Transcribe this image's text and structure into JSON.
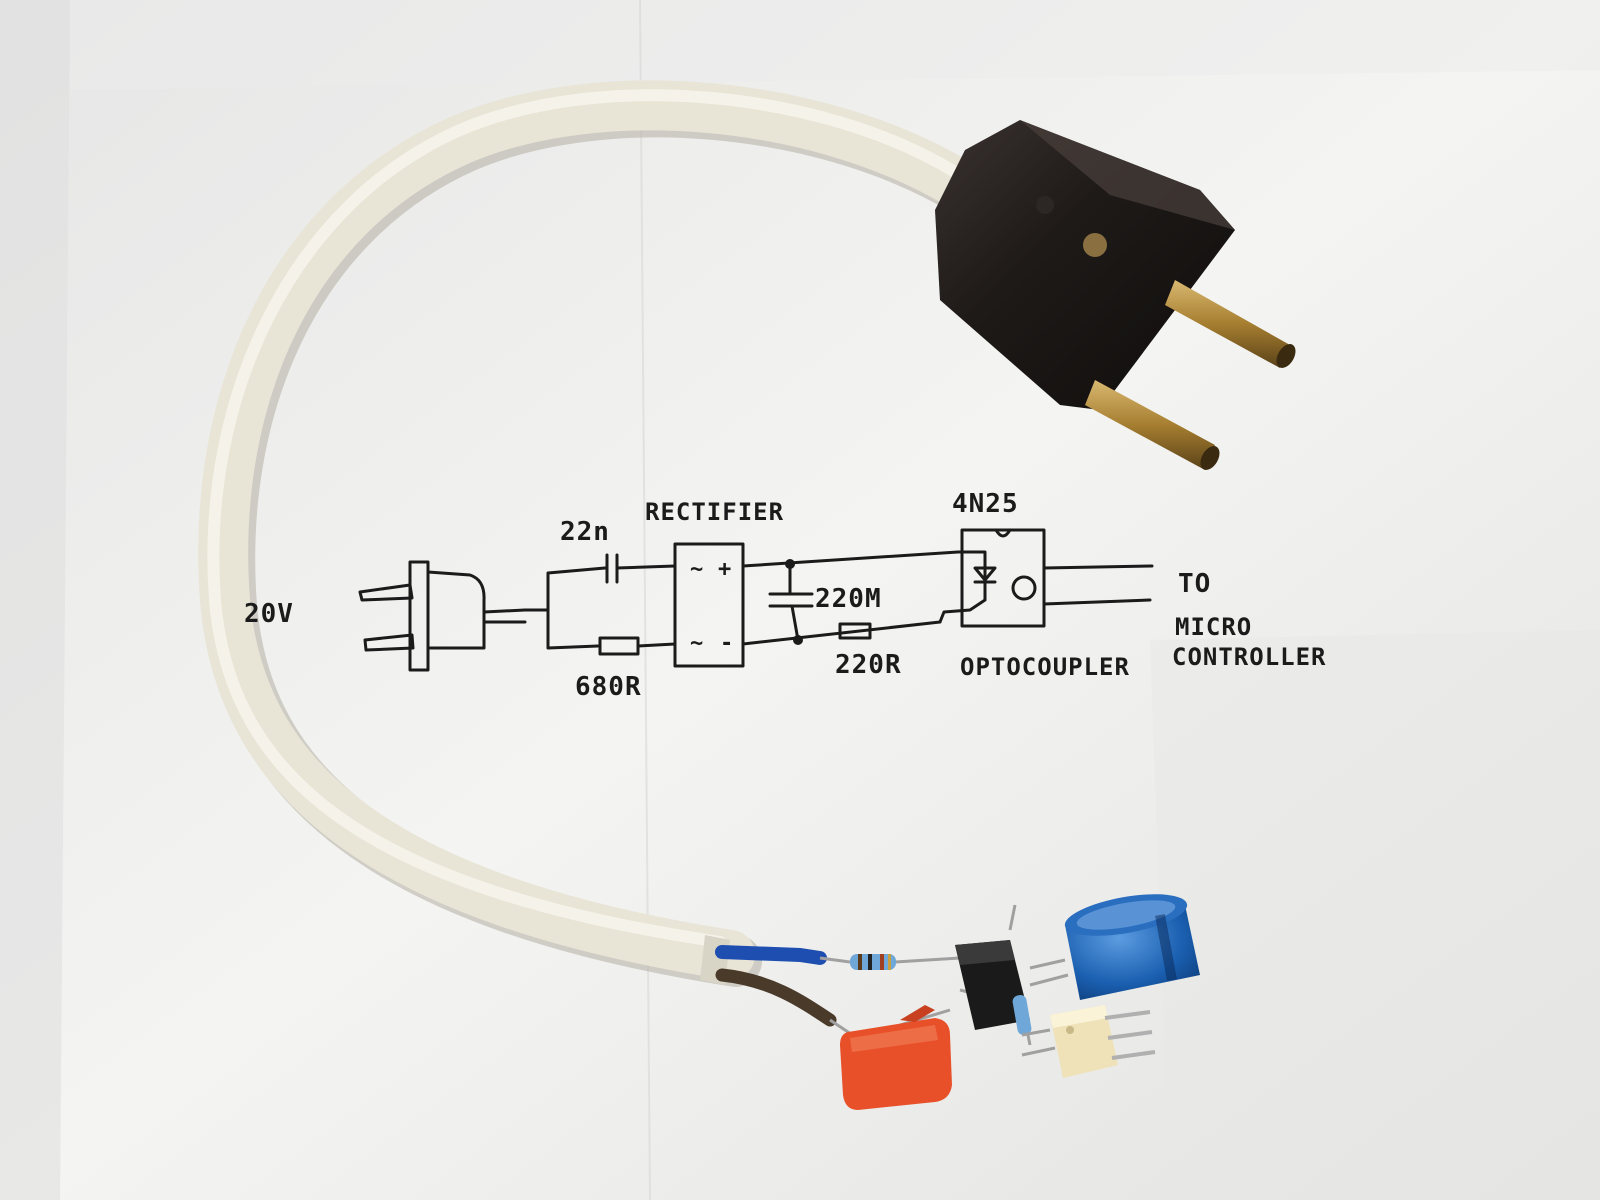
{
  "photo": {
    "subject": "hand-drawn mains optocoupler circuit with plug cable and assembled components"
  },
  "schematic": {
    "labels": {
      "voltage": "20V",
      "capacitor": "22n",
      "resistor_series": "680R",
      "rectifier": "RECTIFIER",
      "capacitor_filter": "220M",
      "resistor_led": "220R",
      "opto_part": "4N25",
      "opto_name": "OPTOCOUPLER",
      "output_line1": "TO",
      "output_line2": "MICRO",
      "output_line3": "CONTROLLER"
    },
    "rectifier_marks": {
      "ac_top": "~",
      "plus": "+",
      "ac_bottom": "~",
      "minus": "-"
    }
  },
  "colors": {
    "paper": "#f2f2f0",
    "cable": "#e8e4d6",
    "plug": "#1e1a18",
    "pin": "#b08a3a",
    "ink": "#1b1b1b",
    "capacitor_orange": "#e8502a",
    "electrolytic_blue": "#1a5fb0",
    "optocoupler_body": "#efe2b8"
  }
}
